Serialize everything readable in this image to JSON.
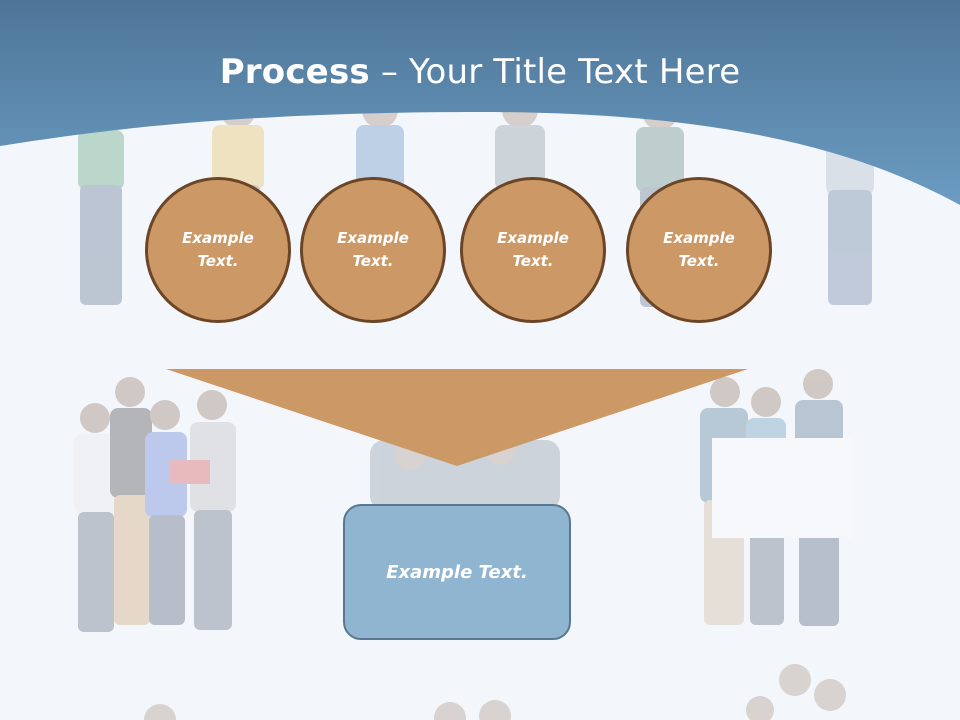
{
  "slide": {
    "title_bold": "Process",
    "title_rest": " – Your Title Text Here"
  },
  "steps": [
    {
      "line1": "Example",
      "line2": "Text."
    },
    {
      "line1": "Example",
      "line2": "Text."
    },
    {
      "line1": "Example",
      "line2": "Text."
    },
    {
      "line1": "Example",
      "line2": "Text."
    }
  ],
  "result": {
    "label": "Example Text."
  },
  "colors": {
    "header_top": "#4d7598",
    "header_bottom": "#6c9cc2",
    "circle_fill": "#cc9966",
    "circle_border": "#6b4526",
    "funnel_fill": "#cc9966",
    "box_fill": "#8fb5d0",
    "box_border": "#5a7890"
  }
}
